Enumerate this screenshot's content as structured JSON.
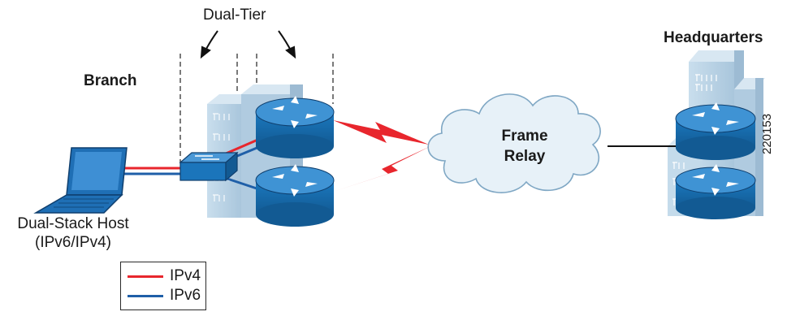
{
  "labels": {
    "dual_tier": "Dual-Tier",
    "branch": "Branch",
    "headquarters": "Headquarters",
    "frame_relay_line1": "Frame",
    "frame_relay_line2": "Relay",
    "host_line1": "Dual-Stack Host",
    "host_line2": "(IPv6/IPv4)",
    "figure_id": "220153"
  },
  "legend": {
    "items": [
      {
        "label": "IPv4",
        "color": "#e8262d"
      },
      {
        "label": "IPv6",
        "color": "#1f5fa8"
      }
    ]
  },
  "colors": {
    "building": "#b9d3e6",
    "router_top": "#1a6aa6",
    "router_body": "#1b75bb",
    "cloud": "#e7f1f8",
    "cloud_stroke": "#7fa7c4",
    "serial_link": "#e8262d"
  },
  "icons": [
    "laptop-icon",
    "switch-icon",
    "router-icon",
    "building-icon",
    "cloud-icon",
    "serial-link-icon"
  ]
}
